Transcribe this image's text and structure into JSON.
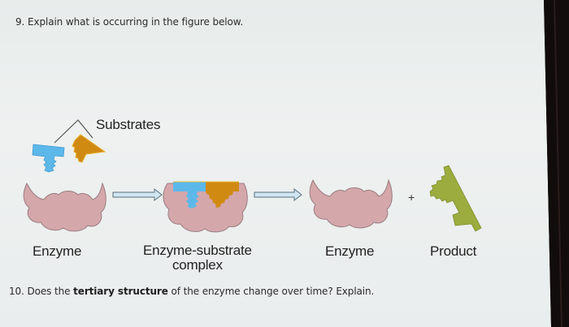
{
  "questions": {
    "q9": "9.  Explain what is occurring in the figure below.",
    "q10": {
      "prefix": "10. Does the ",
      "bold": "tertiary structure",
      "suffix": " of the enzyme change over time?  Explain."
    }
  },
  "figure": {
    "substrates_label": "Substrates",
    "enzyme_label_1": "Enzyme",
    "complex_label_line1": "Enzyme-substrate",
    "complex_label_line2": "complex",
    "enzyme_label_2": "Enzyme",
    "product_label": "Product",
    "plus_sign": "+",
    "colors": {
      "enzyme": "#d4a7ab",
      "enzyme_outline": "#9a7d80",
      "substrate_blue": "#5db8ea",
      "substrate_orange": "#d08a12",
      "product": "#9cac3e",
      "arrow_fill": "#cfe6f2",
      "arrow_outline": "#5b6f7a"
    }
  }
}
